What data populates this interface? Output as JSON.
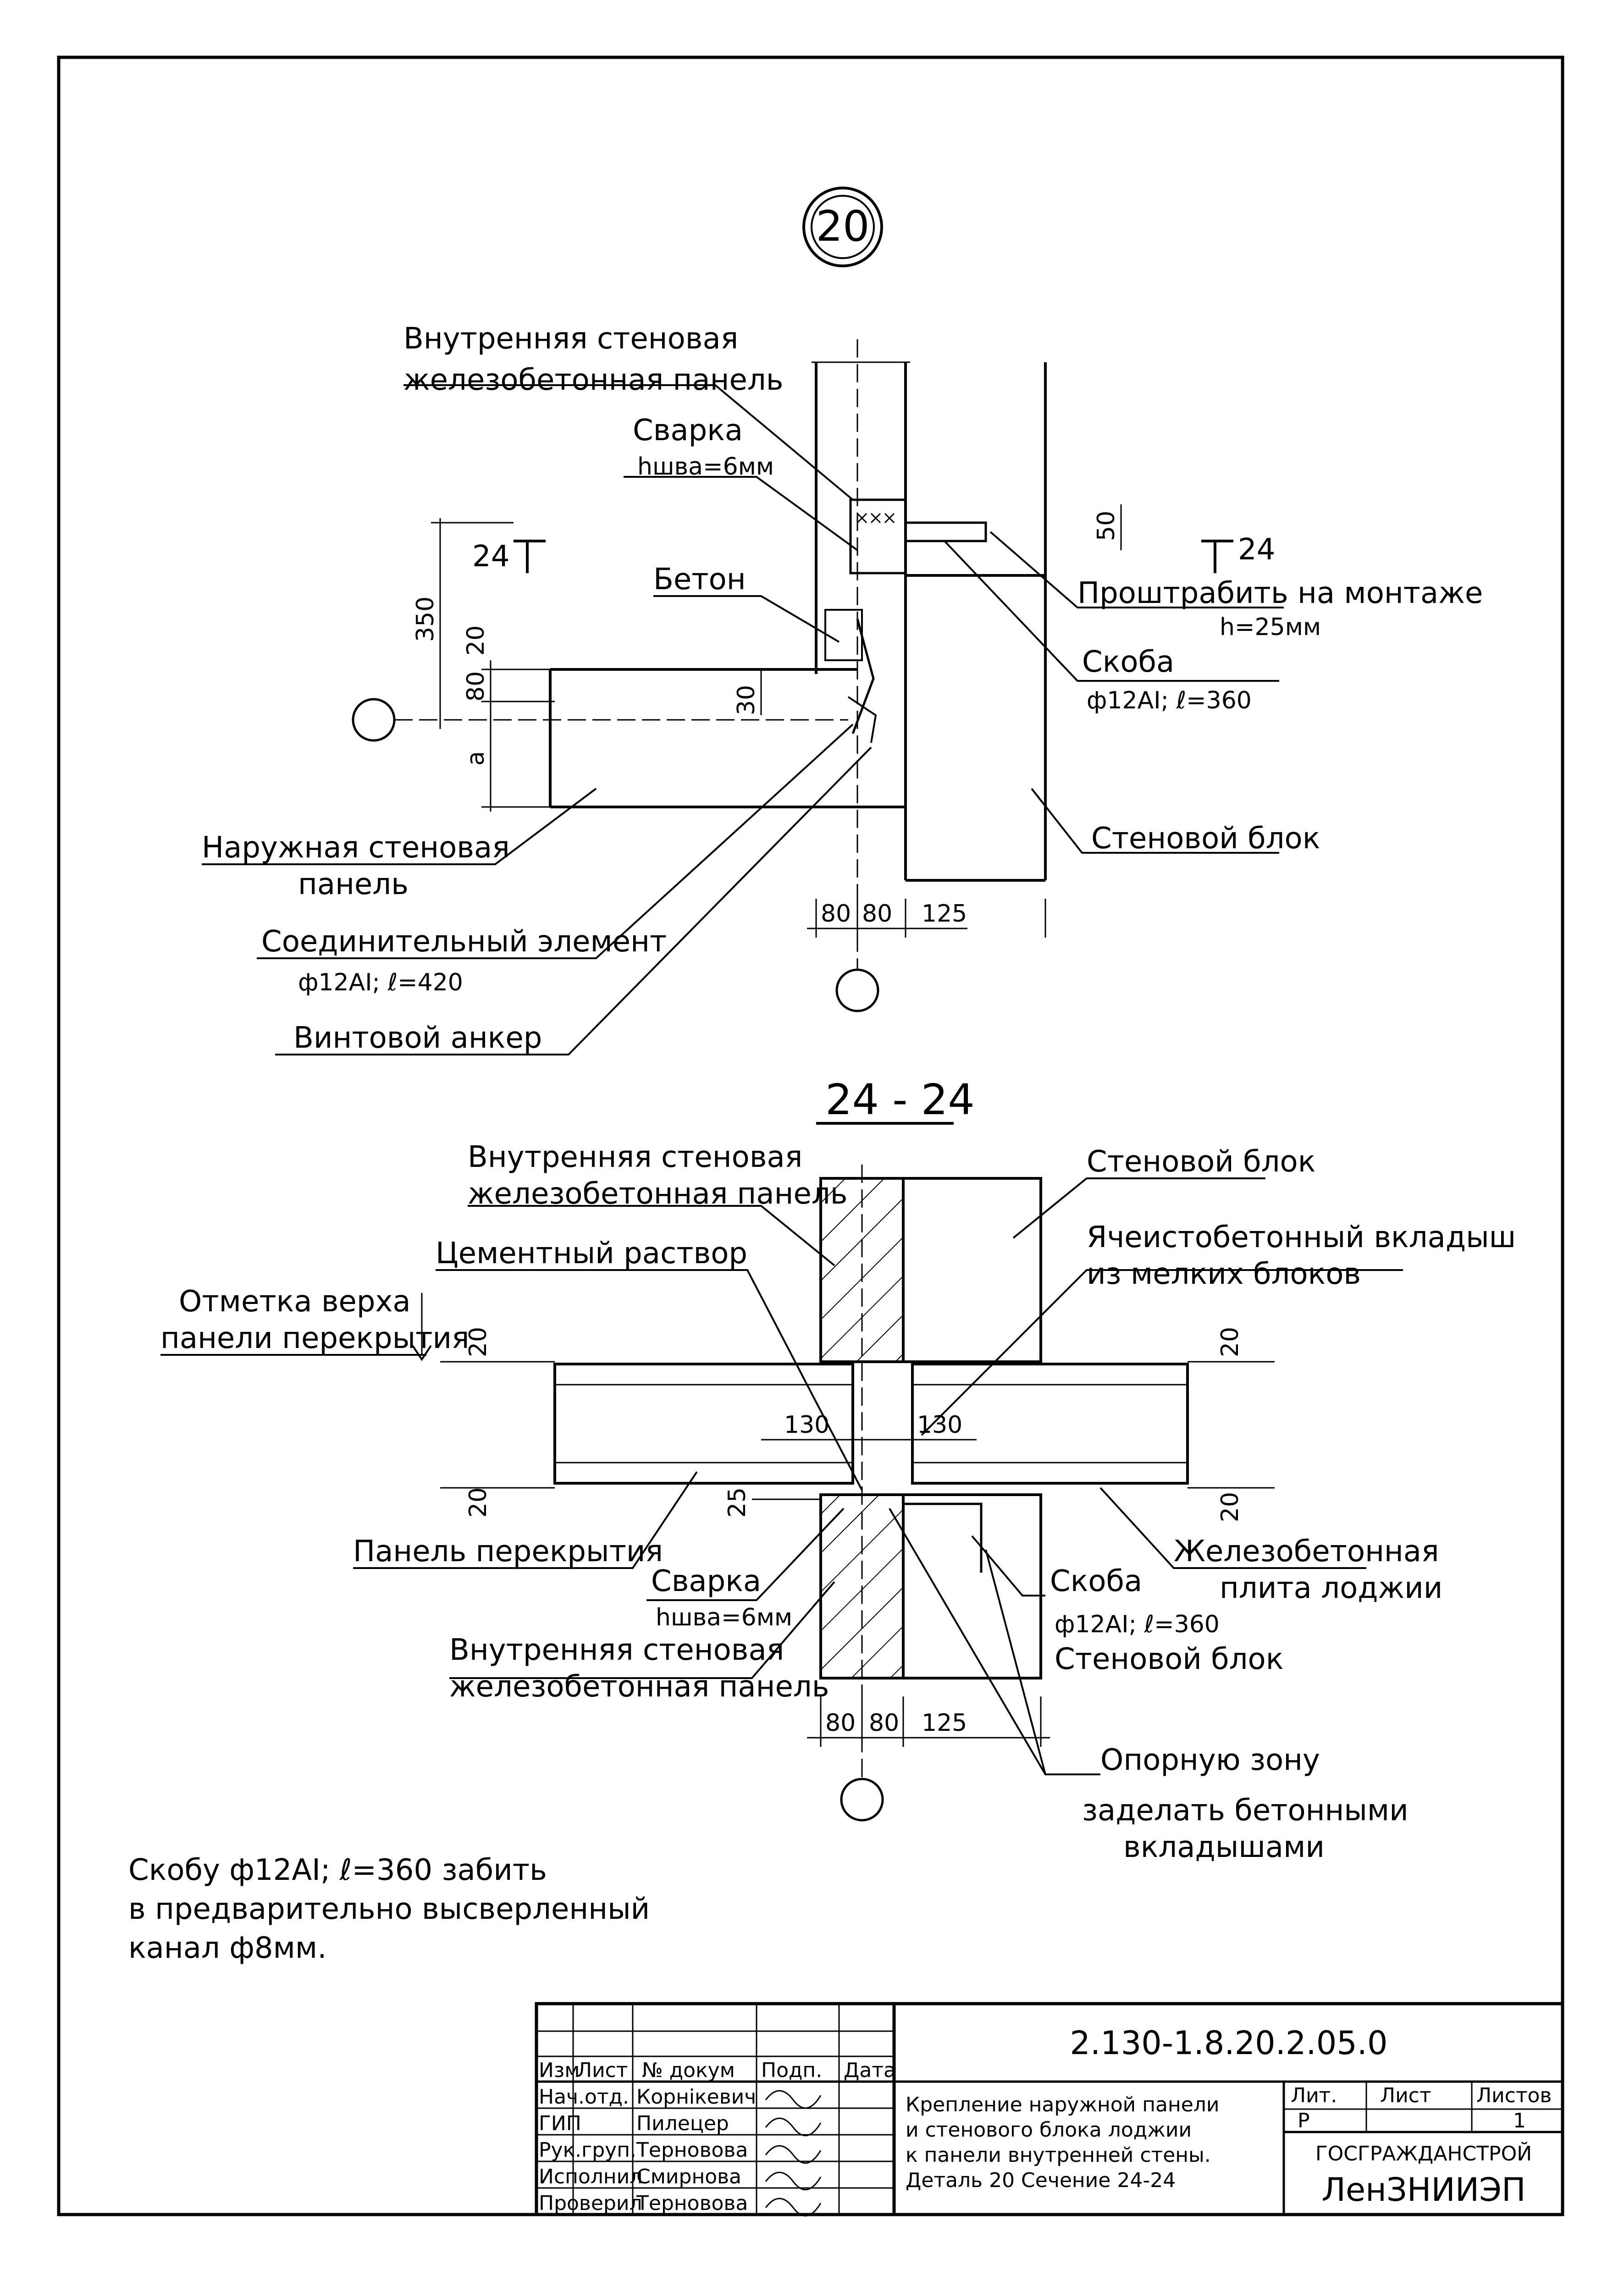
{
  "detail": {
    "number": "20",
    "labels": {
      "inner_panel_1": "Внутренняя стеновая",
      "inner_panel_2": "железобетонная панель",
      "weld_1": "Сварка",
      "weld_2": "hшва=6мм",
      "concrete": "Бетон",
      "chase_1": "Проштрабить на монтаже",
      "chase_2": "h=25мм",
      "bracket_1": "Скоба",
      "bracket_2": "ф12АI; ℓ=360",
      "wall_block": "Стеновой блок",
      "outer_panel_1": "Наружная стеновая",
      "outer_panel_2": "панель",
      "connector_1": "Соединительный элемент",
      "connector_2": "ф12АI; ℓ=420",
      "anchor": "Винтовой анкер",
      "section_mark": "24"
    },
    "dims": {
      "d350": "350",
      "d20": "20",
      "d80": "80",
      "da": "a",
      "d30": "30",
      "d50": "50",
      "b80a": "80",
      "b80b": "80",
      "b125": "125"
    }
  },
  "section": {
    "title": "24 - 24",
    "labels": {
      "inner_panel_1": "Внутренняя стеновая",
      "inner_panel_2": "железобетонная панель",
      "wall_block": "Стеновой блок",
      "cement": "Цементный раствор",
      "aerated_1": "Ячеистобетонный вкладыш",
      "aerated_2": "из мелких блоков",
      "mark_1": "Отметка верха",
      "mark_2": "панели перекрытия",
      "floor_panel": "Панель перекрытия",
      "rc_slab_1": "Железобетонная",
      "rc_slab_2": "плита лоджии",
      "weld_1": "Сварка",
      "weld_2": "hшва=6мм",
      "bracket_1": "Скоба",
      "bracket_2": "ф12АI; ℓ=360",
      "wall_block_2": "Стеновой блок",
      "inner_panel_b1": "Внутренняя стеновая",
      "inner_panel_b2": "железобетонная панель",
      "support_1": "Опорную зону",
      "support_2": "заделать бетонными",
      "support_3": "вкладышами"
    },
    "dims": {
      "d20a": "20",
      "d20b": "20",
      "d20c": "20",
      "d20d": "20",
      "d25": "25",
      "d130a": "130",
      "d130b": "130",
      "b80a": "80",
      "b80b": "80",
      "b125": "125"
    }
  },
  "note": {
    "line1": "Скобу ф12АI; ℓ=360 забить",
    "line2": "в предварительно высверленный",
    "line3": "канал ф8мм."
  },
  "title_block": {
    "doc_code": "2.130-1.8.20.2.05.0",
    "headers": {
      "izm": "Изм",
      "list": "Лист",
      "doc": "№ докум",
      "sign": "Подп.",
      "date": "Дата"
    },
    "rows": [
      {
        "role": "Нач.отд.",
        "name": "Корнiкевич"
      },
      {
        "role": "ГИП",
        "name": "Пилецер"
      },
      {
        "role": "Рук.груп.",
        "name": "Терновова"
      },
      {
        "role": "Исполнил",
        "name": "Смирнова"
      },
      {
        "role": "Проверил",
        "name": "Терновова"
      }
    ],
    "description": [
      "Крепление наружной панели",
      "и стенового блока лоджии",
      "к панели внутренней стены.",
      "Деталь 20 Сечение 24-24"
    ],
    "lit_label": "Лит.",
    "lit_value": "Р",
    "sheet_label": "Лист",
    "sheet_value": "",
    "sheets_label": "Листов",
    "sheets_value": "1",
    "org_1": "ГОСГРАЖДАНСТРОЙ",
    "org_2": "ЛенЗНИИЭП"
  }
}
